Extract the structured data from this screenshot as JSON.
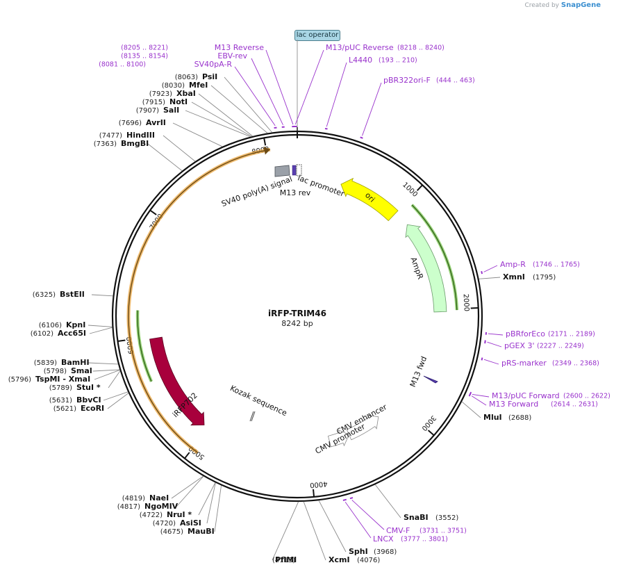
{
  "credit": {
    "prefix": "Created by",
    "brand": "SnapGene"
  },
  "plasmid": {
    "name": "iRFP-TRIM46",
    "size_label": "8242 bp",
    "length": 8242
  },
  "top_feature_box": "lac operator",
  "ticks": [
    {
      "pos": 1000,
      "label": "1000"
    },
    {
      "pos": 2000,
      "label": "2000"
    },
    {
      "pos": 3000,
      "label": "3000"
    },
    {
      "pos": 4000,
      "label": "4000"
    },
    {
      "pos": 5000,
      "label": "5000"
    },
    {
      "pos": 6000,
      "label": "6000"
    },
    {
      "pos": 7000,
      "label": "7000"
    },
    {
      "pos": 8000,
      "label": "8000"
    }
  ],
  "sites": [
    {
      "name": "PsiI",
      "pos_label": "(8063)",
      "pos": 8063
    },
    {
      "name": "MfeI",
      "pos_label": "(8030)",
      "pos": 8030
    },
    {
      "name": "XbaI",
      "pos_label": "(7923)",
      "pos": 7923
    },
    {
      "name": "NotI",
      "pos_label": "(7915)",
      "pos": 7915
    },
    {
      "name": "SalI",
      "pos_label": "(7907)",
      "pos": 7907
    },
    {
      "name": "AvrII",
      "pos_label": "(7696)",
      "pos": 7696
    },
    {
      "name": "HindIII",
      "pos_label": "(7477)",
      "pos": 7477
    },
    {
      "name": "BmgBI",
      "pos_label": "(7363)",
      "pos": 7363
    },
    {
      "name": "BstEII",
      "pos_label": "(6325)",
      "pos": 6325
    },
    {
      "name": "KpnI",
      "pos_label": "(6106)",
      "pos": 6106
    },
    {
      "name": "Acc65I",
      "pos_label": "(6102)",
      "pos": 6102
    },
    {
      "name": "BamHI",
      "pos_label": "(5839)",
      "pos": 5839
    },
    {
      "name": "SmaI",
      "pos_label": "(5798)",
      "pos": 5798
    },
    {
      "name": "TspMI",
      "name2": "- XmaI",
      "pos_label": "(5796)",
      "pos": 5796
    },
    {
      "name": "StuI *",
      "pos_label": "(5789)",
      "pos": 5789
    },
    {
      "name": "BbvCI",
      "pos_label": "(5631)",
      "pos": 5631
    },
    {
      "name": "EcoRI",
      "pos_label": "(5621)",
      "pos": 5621
    },
    {
      "name": "NaeI",
      "pos_label": "(4819)",
      "pos": 4819
    },
    {
      "name": "NgoMIV",
      "pos_label": "(4817)",
      "pos": 4817
    },
    {
      "name": "NruI *",
      "pos_label": "(4722)",
      "pos": 4722
    },
    {
      "name": "AsiSI",
      "pos_label": "(4720)",
      "pos": 4720
    },
    {
      "name": "MauBI",
      "pos_label": "(4675)",
      "pos": 4675
    },
    {
      "name": "PflMI",
      "pos_label": "(4113)",
      "pos": 4113
    },
    {
      "name": "XcmI",
      "pos_label": "(4076)",
      "pos": 4076
    },
    {
      "name": "SphI",
      "pos_label": "(3968)",
      "pos": 3968
    },
    {
      "name": "SnaBI",
      "pos_label": "(3552)",
      "pos": 3552
    },
    {
      "name": "MluI",
      "pos_label": "(2688)",
      "pos": 2688
    },
    {
      "name": "XmnI",
      "pos_label": "(1795)",
      "pos": 1795
    }
  ],
  "primers": [
    {
      "name": "M13 Reverse",
      "range": "(8205 .. 8221)",
      "start": 8205,
      "end": 8221
    },
    {
      "name": "EBV-rev",
      "range": "(8135 .. 8154)",
      "start": 8135,
      "end": 8154
    },
    {
      "name": "SV40pA-R",
      "range": "(8081 .. 8100)",
      "start": 8081,
      "end": 8100
    },
    {
      "name": "M13/pUC Reverse",
      "range": "(8218 .. 8240)",
      "start": 8218,
      "end": 8240
    },
    {
      "name": "L4440",
      "range": "(193 .. 210)",
      "start": 193,
      "end": 210
    },
    {
      "name": "pBR322ori-F",
      "range": "(444 .. 463)",
      "start": 444,
      "end": 463
    },
    {
      "name": "Amp-R",
      "range": "(1746 .. 1765)",
      "start": 1746,
      "end": 1765
    },
    {
      "name": "pBRforEco",
      "range": "(2171 .. 2189)",
      "start": 2171,
      "end": 2189
    },
    {
      "name": "pGEX 3'",
      "range": "(2227 .. 2249)",
      "start": 2227,
      "end": 2249
    },
    {
      "name": "pRS-marker",
      "range": "(2349 .. 2368)",
      "start": 2349,
      "end": 2368
    },
    {
      "name": "M13/pUC Forward",
      "range": "(2600 .. 2622)",
      "start": 2600,
      "end": 2622
    },
    {
      "name": "M13 Forward",
      "range": "(2614 .. 2631)",
      "start": 2614,
      "end": 2631
    },
    {
      "name": "CMV-F",
      "range": "(3731 .. 3751)",
      "start": 3731,
      "end": 3751
    },
    {
      "name": "LNCX",
      "range": "(3777 .. 3801)",
      "start": 3777,
      "end": 3801
    }
  ],
  "features": [
    {
      "name": "ori",
      "color": "#ffff00",
      "stroke": "#a0a000"
    },
    {
      "name": "AmpR",
      "color": "#ccffcc",
      "stroke": "#6a9a6a"
    },
    {
      "name": "iRFP702",
      "color": "#a8003c",
      "stroke": "#5a0020"
    },
    {
      "name": "CMV enhancer",
      "color": "#ffffff",
      "stroke": "#888888"
    },
    {
      "name": "CMV promoter",
      "color": "#ffffff",
      "stroke": "#888888"
    },
    {
      "name": "SV40 poly(A) signal",
      "color": "#9aa0a8",
      "stroke": "#4a4f56"
    },
    {
      "name": "lac promoter",
      "color": "#ffffff",
      "stroke": "#333333"
    },
    {
      "name": "M13 rev",
      "color": "#5a3fb0",
      "stroke": "#2a1a70"
    },
    {
      "name": "M13 fwd",
      "color": "#5a3fb0",
      "stroke": "#2a1a70"
    },
    {
      "name": "Kozak sequence",
      "color": "#ffffff",
      "stroke": "#444444"
    }
  ],
  "colors": {
    "primer": "#9932cc",
    "orange_arc": "#e8a33d",
    "green_arc": "#6bbf3f",
    "site_line": "#888888"
  }
}
